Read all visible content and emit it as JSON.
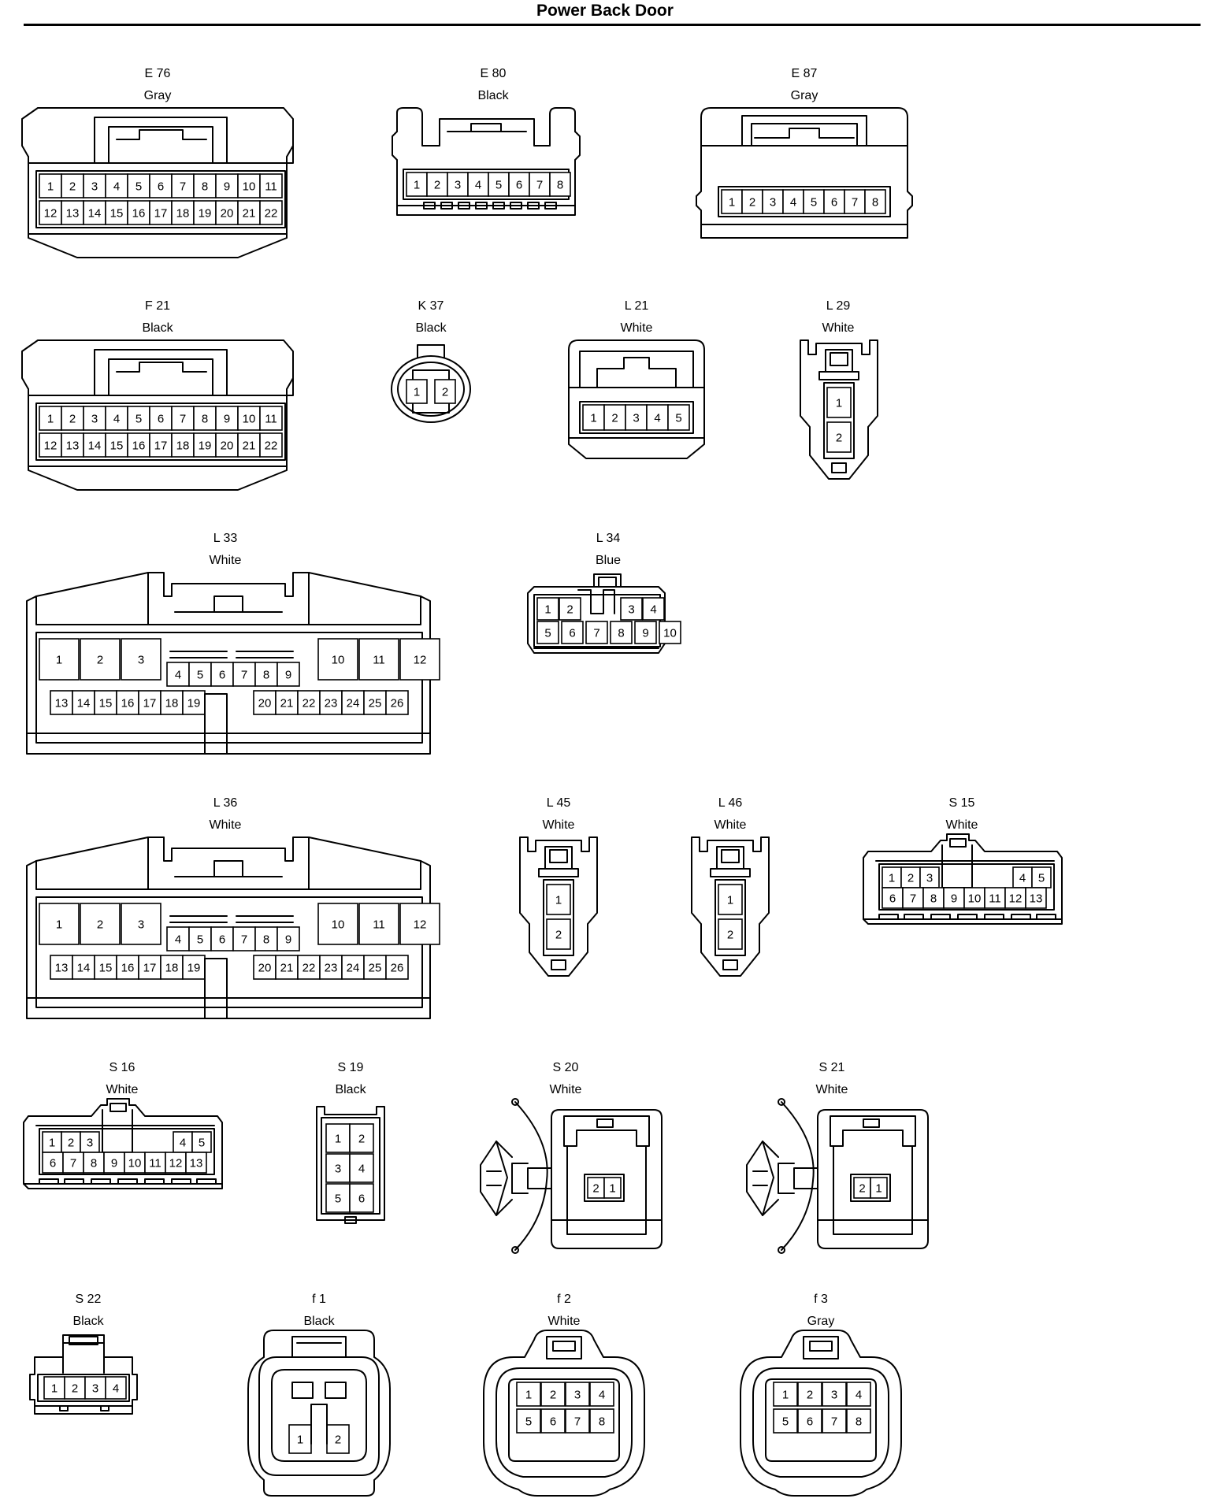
{
  "page": {
    "title": "Power Back Door"
  },
  "connectors": [
    {
      "code": "E 76",
      "color": "Gray",
      "shape": "large-latch",
      "rows": [
        [
          1,
          2,
          3,
          4,
          5,
          6,
          7,
          8,
          9,
          10,
          11
        ],
        [
          12,
          13,
          14,
          15,
          16,
          17,
          18,
          19,
          20,
          21,
          22
        ]
      ]
    },
    {
      "code": "E 80",
      "color": "Black",
      "shape": "stepped-latch",
      "rows": [
        [
          1,
          2,
          3,
          4,
          5,
          6,
          7,
          8
        ]
      ]
    },
    {
      "code": "E 87",
      "color": "Gray",
      "shape": "slim-latch",
      "rows": [
        [
          1,
          2,
          3,
          4,
          5,
          6,
          7,
          8
        ]
      ]
    },
    {
      "code": "F 21",
      "color": "Black",
      "shape": "large-latch",
      "rows": [
        [
          1,
          2,
          3,
          4,
          5,
          6,
          7,
          8,
          9,
          10,
          11
        ],
        [
          12,
          13,
          14,
          15,
          16,
          17,
          18,
          19,
          20,
          21,
          22
        ]
      ]
    },
    {
      "code": "K 37",
      "color": "Black",
      "shape": "oval",
      "rows": [
        [
          1,
          2
        ]
      ]
    },
    {
      "code": "L 21",
      "color": "White",
      "shape": "box-latch",
      "rows": [
        [
          1,
          2,
          3,
          4,
          5
        ]
      ]
    },
    {
      "code": "L 29",
      "color": "White",
      "shape": "vertical-2",
      "rows": [
        [
          1
        ],
        [
          2
        ]
      ]
    },
    {
      "code": "L 33",
      "color": "White",
      "shape": "wide-26",
      "rows": [
        [
          1,
          2,
          3
        ],
        [
          10,
          11,
          12
        ],
        [
          4,
          5,
          6,
          7,
          8,
          9
        ],
        [
          13,
          14,
          15,
          16,
          17,
          18,
          19
        ],
        [
          20,
          21,
          22,
          23,
          24,
          25,
          26
        ]
      ]
    },
    {
      "code": "L 34",
      "color": "Blue",
      "shape": "split-10",
      "rows": [
        [
          1,
          2
        ],
        [
          3,
          4
        ],
        [
          5,
          6,
          7,
          8,
          9,
          10
        ]
      ]
    },
    {
      "code": "L 36",
      "color": "White",
      "shape": "wide-26",
      "rows": [
        [
          1,
          2,
          3
        ],
        [
          10,
          11,
          12
        ],
        [
          4,
          5,
          6,
          7,
          8,
          9
        ],
        [
          13,
          14,
          15,
          16,
          17,
          18,
          19
        ],
        [
          20,
          21,
          22,
          23,
          24,
          25,
          26
        ]
      ]
    },
    {
      "code": "L 45",
      "color": "White",
      "shape": "vertical-2",
      "rows": [
        [
          1
        ],
        [
          2
        ]
      ]
    },
    {
      "code": "L 46",
      "color": "White",
      "shape": "vertical-2",
      "rows": [
        [
          1
        ],
        [
          2
        ]
      ]
    },
    {
      "code": "S 15",
      "color": "White",
      "shape": "split-13",
      "rows": [
        [
          1,
          2,
          3
        ],
        [
          4,
          5
        ],
        [
          6,
          7,
          8,
          9,
          10,
          11,
          12,
          13
        ]
      ]
    },
    {
      "code": "S 16",
      "color": "White",
      "shape": "split-13",
      "rows": [
        [
          1,
          2,
          3
        ],
        [
          4,
          5
        ],
        [
          6,
          7,
          8,
          9,
          10,
          11,
          12,
          13
        ]
      ]
    },
    {
      "code": "S 19",
      "color": "Black",
      "shape": "grid-6",
      "rows": [
        [
          1,
          2
        ],
        [
          3,
          4
        ],
        [
          5,
          6
        ]
      ]
    },
    {
      "code": "S 20",
      "color": "White",
      "shape": "clip-mount",
      "rows": [
        [
          2,
          1
        ]
      ]
    },
    {
      "code": "S 21",
      "color": "White",
      "shape": "clip-mount",
      "rows": [
        [
          2,
          1
        ]
      ]
    },
    {
      "code": "S 22",
      "color": "Black",
      "shape": "small-latch",
      "rows": [
        [
          1,
          2,
          3,
          4
        ]
      ]
    },
    {
      "code": "f 1",
      "color": "Black",
      "shape": "sealed-2",
      "rows": [
        [
          1,
          2
        ]
      ]
    },
    {
      "code": "f 2",
      "color": "White",
      "shape": "sealed-8",
      "rows": [
        [
          1,
          2,
          3,
          4
        ],
        [
          5,
          6,
          7,
          8
        ]
      ]
    },
    {
      "code": "f 3",
      "color": "Gray",
      "shape": "sealed-8",
      "rows": [
        [
          1,
          2,
          3,
          4
        ],
        [
          5,
          6,
          7,
          8
        ]
      ]
    }
  ]
}
